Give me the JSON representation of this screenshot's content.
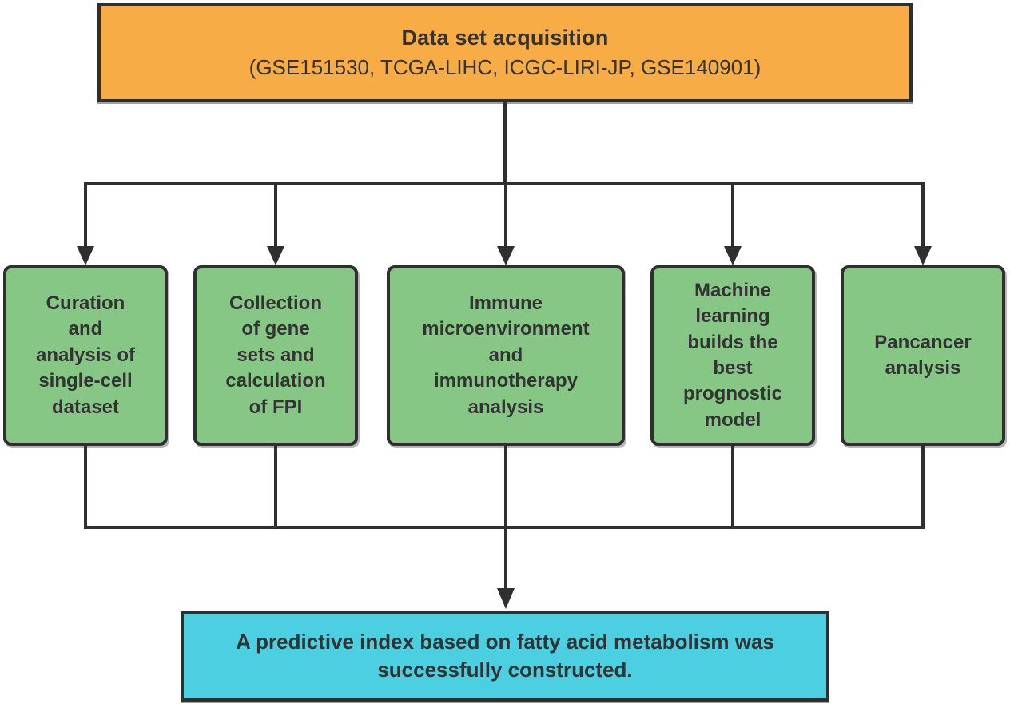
{
  "diagram": {
    "top": {
      "title": "Data set acquisition",
      "subtitle": "(GSE151530, TCGA-LIHC, ICGC-LIRI-JP, GSE140901)"
    },
    "branches": [
      {
        "id": "single-cell-curation",
        "text": "Curation\nand\nanalysis of\nsingle-cell\ndataset"
      },
      {
        "id": "gene-sets-fpi",
        "text": "Collection\nof gene\nsets and\ncalculation\nof FPI"
      },
      {
        "id": "immune-microenvironment",
        "text": "Immune\nmicroenvironment\nand\nimmunotherapy\nanalysis"
      },
      {
        "id": "machine-learning-model",
        "text": "Machine\nlearning\nbuilds the\nbest\nprognostic\nmodel"
      },
      {
        "id": "pancancer-analysis",
        "text": "Pancancer\nanalysis"
      }
    ],
    "conclusion": {
      "text": "A predictive index based on fatty acid metabolism was\nsuccessfully constructed."
    }
  },
  "colors": {
    "top_fill": "#F8AC45",
    "branch_fill": "#87C785",
    "conclusion_fill": "#4CD0E1",
    "border": "#2F2F2F",
    "text": "#333333",
    "background": "#FFFFFF"
  }
}
